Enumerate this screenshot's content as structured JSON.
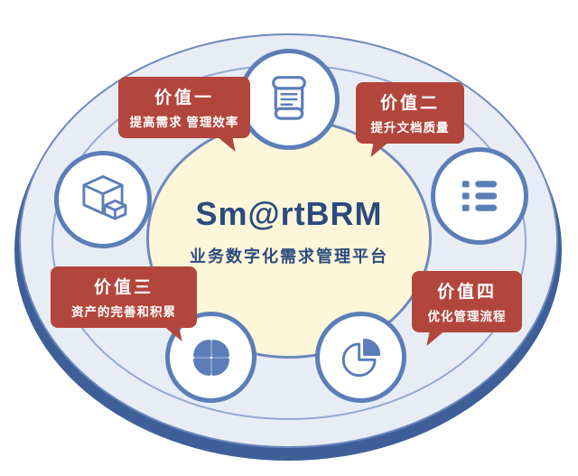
{
  "center": {
    "title": "Sm@rtBRM",
    "subtitle": "业务数字化需求管理平台"
  },
  "callouts": [
    {
      "title": "价值一",
      "desc": "提高需求 管理效率"
    },
    {
      "title": "价值二",
      "desc": "提升文档质量"
    },
    {
      "title": "价值三",
      "desc": "资产的完善和积累"
    },
    {
      "title": "价值四",
      "desc": "优化管理流程"
    }
  ],
  "icons": {
    "top": "scroll-icon",
    "upper_right": "list-icon",
    "upper_left": "package-box-icon",
    "lower_left": "clover-icon",
    "lower_right": "pie-chart-icon"
  },
  "colors": {
    "callout_red": "#b3463c",
    "icon_blue": "#5b7eb8",
    "title_navy": "#2b4b7f",
    "outer_ellipse_fill": "#e8ecf5",
    "inner_ellipse_fill": "#fdf6d8",
    "ring_dark": "#3f5f99",
    "ellipse_border": "#6d89bd"
  }
}
